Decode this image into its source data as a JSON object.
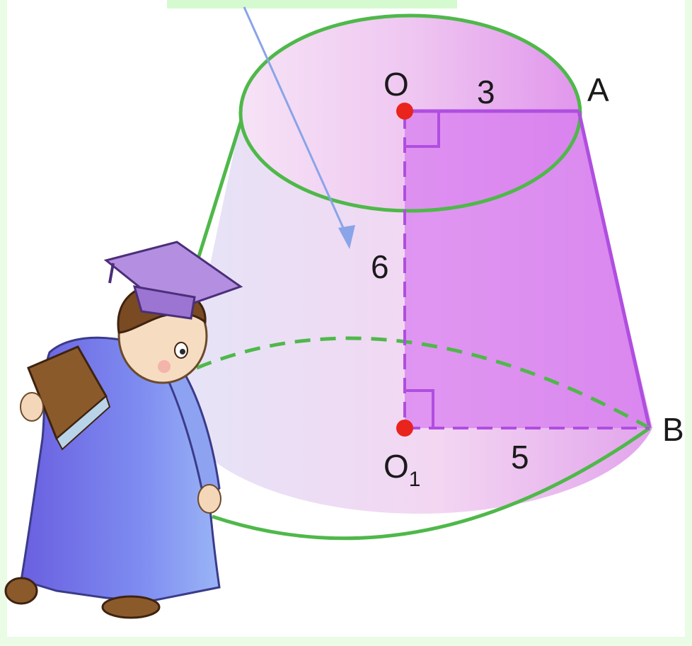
{
  "figure": {
    "points": {
      "top_center": "O",
      "top_edge": "A",
      "bottom_center": "O",
      "bottom_center_subscript": "1",
      "bottom_edge": "B"
    },
    "measurements": {
      "top_radius": "3",
      "height": "6",
      "bottom_radius": "5"
    },
    "colors": {
      "outline": "#4fb84a",
      "section": "#d77cf0",
      "section_line": "#b04ee0",
      "center_point": "#e8241c",
      "pointer_arrow": "#8aa4e8",
      "frame": "#eafbe6"
    },
    "character": "student-in-graduation-cap-icon"
  }
}
